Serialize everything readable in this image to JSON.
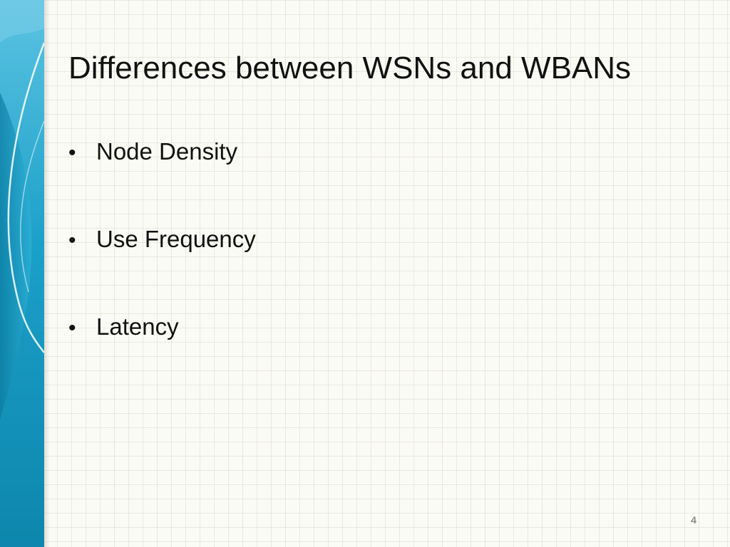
{
  "slide": {
    "title": "Differences between WSNs and WBANs",
    "bullets": [
      "Node Density",
      "Use Frequency",
      "Latency"
    ],
    "bullet_glyph": "•",
    "page_number": "4"
  },
  "theme": {
    "band_color": "#1ba0c8",
    "band_dark": "#0e86ad",
    "background": "#fbfbf5",
    "text_color": "#111111"
  }
}
